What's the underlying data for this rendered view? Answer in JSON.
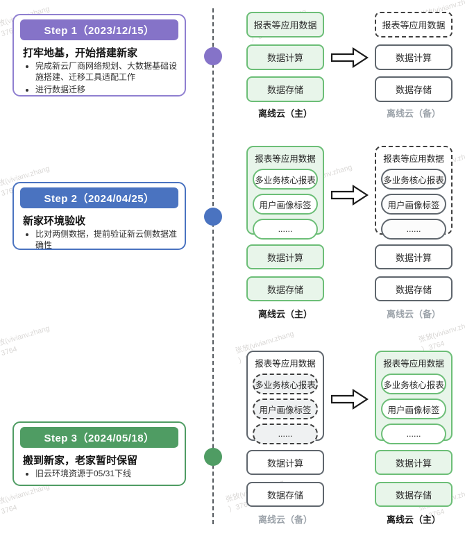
{
  "watermark": {
    "line1": "张放(vivianv.zhang",
    "line2": "）3764"
  },
  "steps": [
    {
      "header": "Step 1（2023/12/15）",
      "heading": "打牢地基，开始搭建新家",
      "bullets": [
        "完成新云厂商网络规划、大数据基础设施搭建、迁移工具适配工作",
        "进行数据迁移"
      ]
    },
    {
      "header": "Step 2（2024/04/25）",
      "heading": "新家环境验收",
      "bullets": [
        "比对两侧数据，提前验证新云侧数据准确性"
      ]
    },
    {
      "header": "Step 3（2024/05/18）",
      "heading": "搬到新家，老家暂时保留",
      "bullets": [
        "旧云环境资源于05/31下线"
      ]
    }
  ],
  "labels": {
    "app_data": "报表等应用数据",
    "compute": "数据计算",
    "storage": "数据存储",
    "pill_reports": "多业务核心报表",
    "pill_profile": "用户画像标签",
    "pill_more": "......",
    "cloud_primary": "离线云（主）",
    "cloud_backup": "离线云（备）"
  },
  "colors": {
    "step1_purple": "#8573C8",
    "step2_blue": "#4A73C0",
    "step3_green": "#4F9C63",
    "green_box_border": "#6CBE77",
    "green_box_fill": "#E8F5EA",
    "gray_box_border": "#5F666D",
    "backup_label_gray": "#9CA3AA"
  }
}
